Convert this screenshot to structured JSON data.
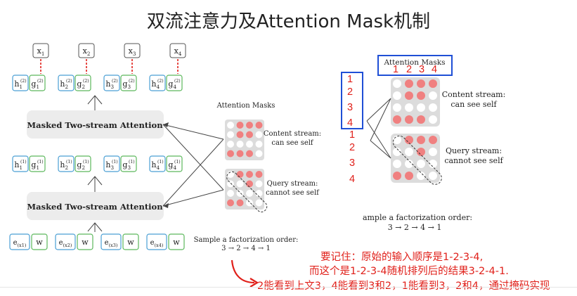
{
  "title": "双流注意力及Attention Mask机制",
  "left": {
    "x_labels": [
      "x1",
      "x2",
      "x3",
      "x4"
    ],
    "top_row": [
      {
        "h": "h1",
        "hs": "(2)",
        "g": "g1",
        "gs": "(2)"
      },
      {
        "h": "h2",
        "hs": "(2)",
        "g": "g2",
        "gs": "(2)"
      },
      {
        "h": "h3",
        "hs": "(2)",
        "g": "g3",
        "gs": "(2)"
      },
      {
        "h": "h4",
        "hs": "(2)",
        "g": "g4",
        "gs": "(2)"
      }
    ],
    "mid_row": [
      {
        "h": "h1",
        "hs": "(1)",
        "g": "g1",
        "gs": "(1)"
      },
      {
        "h": "h2",
        "hs": "(1)",
        "g": "g2",
        "gs": "(1)"
      },
      {
        "h": "h3",
        "hs": "(1)",
        "g": "g3",
        "gs": "(1)"
      },
      {
        "h": "h4",
        "hs": "(1)",
        "g": "g4",
        "gs": "(1)"
      }
    ],
    "bottom_row": [
      {
        "e": "e(x1)",
        "w": "w"
      },
      {
        "e": "e(x2)",
        "w": "w"
      },
      {
        "e": "e(x3)",
        "w": "w"
      },
      {
        "e": "e(x4)",
        "w": "w"
      }
    ],
    "attention_block_label": "Masked Two-stream Attention",
    "masks_title": "Attention Masks",
    "content_stream": [
      "Content stream:",
      "can see self"
    ],
    "query_stream": [
      "Query stream:",
      "cannot see self"
    ],
    "factorization": [
      "Sample a factorization order:",
      "3 → 2 → 4 → 1"
    ]
  },
  "right": {
    "masks_title": "Attention Masks",
    "col_numbers": [
      "1",
      "2",
      "3",
      "4"
    ],
    "row_numbers_content": [
      "1",
      "2",
      "3",
      "4"
    ],
    "row_numbers_query": [
      "1",
      "2",
      "3",
      "4"
    ],
    "content_stream": [
      "Content stream:",
      "can see self"
    ],
    "query_stream": [
      "Query stream:",
      "cannot see self"
    ],
    "factorization": [
      "ample a factorization order:",
      "3 → 2 → 4 → 1"
    ]
  },
  "mask_content": [
    [
      0,
      1,
      1,
      1
    ],
    [
      0,
      1,
      1,
      0
    ],
    [
      0,
      0,
      0,
      0
    ],
    [
      1,
      1,
      1,
      0
    ]
  ],
  "mask_query": [
    [
      0,
      1,
      1,
      1
    ],
    [
      0,
      0,
      1,
      0
    ],
    [
      0,
      0,
      0,
      0
    ],
    [
      1,
      1,
      0,
      0
    ]
  ],
  "note": {
    "line1": "要记住：原始的输入顺序是1-2-3-4,",
    "line2": "而这个是1-2-3-4随机排列后的结果3-2-4-1.",
    "line3": "2能看到上文3，4能看到3和2，1能看到3，2和4，通过掩码实现"
  },
  "colors": {
    "red": "#e0201a",
    "dot_on": "#f08080",
    "dot_off": "#ffffff",
    "grid_bg": "#dcdcdc",
    "h_border": "#4a9fd4",
    "g_border": "#5cb85c",
    "blue_box": "#1f4fd6"
  }
}
